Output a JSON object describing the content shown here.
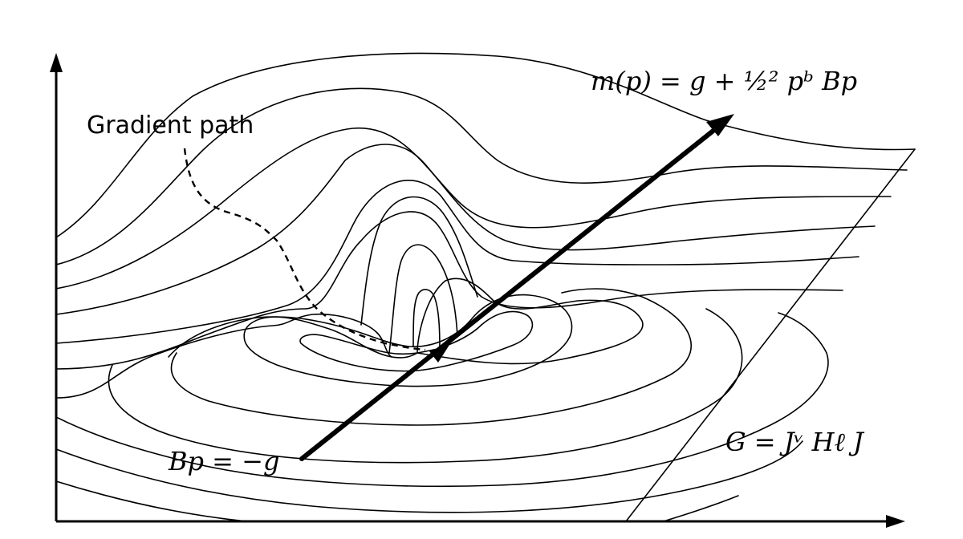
{
  "labels": {
    "gradient_path": "Gradient path",
    "model_eq": "m(p) = g + ½² pᵇ Bp",
    "newton_eq": "Bp = −g",
    "gauss_eq": "G = Jᵛ Hℓ J"
  },
  "colors": {
    "ink": "#000000",
    "background": "#ffffff"
  }
}
